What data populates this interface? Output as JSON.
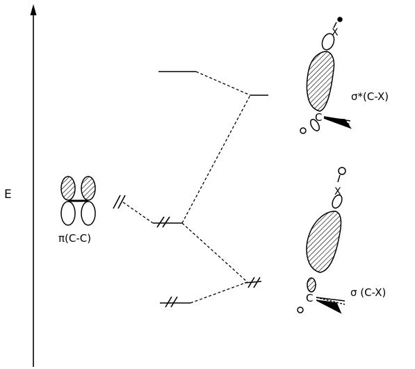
{
  "axis": {
    "label": "E"
  },
  "orbitals": {
    "pi": {
      "label": "π(C-C)"
    },
    "sigma_star": {
      "label": "σ*(C-X)",
      "atom_c": "C",
      "atom_x": "X"
    },
    "sigma": {
      "label": "σ (C-X)",
      "atom_c": "C",
      "atom_x": "X"
    }
  },
  "colors": {
    "ink": "#000000",
    "background": "#ffffff"
  }
}
